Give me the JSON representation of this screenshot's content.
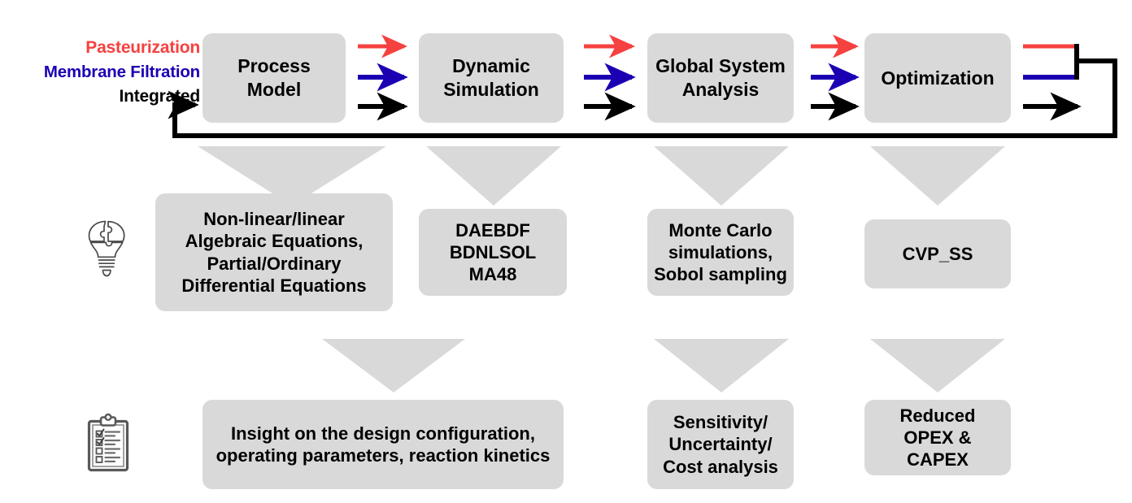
{
  "diagram": {
    "title": "Integrated process modelling workflow",
    "colors": {
      "pasteurization": "#f5413f",
      "membrane_filtration": "#1b00b3",
      "integrated": "#000000",
      "box_fill": "#d9d9d9",
      "chevron_fill": "#d9d9d9",
      "background": "#ffffff"
    }
  },
  "legend": {
    "items": [
      {
        "label": "Pasteurization",
        "color": "#f5413f"
      },
      {
        "label": "Membrane Filtration",
        "color": "#1b00b3"
      },
      {
        "label": "Integrated",
        "color": "#000000"
      }
    ]
  },
  "stages": {
    "process_model": {
      "label": "Process Model"
    },
    "dynamic_sim": {
      "line1": "Dynamic",
      "line2": "Simulation"
    },
    "global_analysis": {
      "line1": "Global System",
      "line2": "Analysis"
    },
    "optimization": {
      "label": "Optimization"
    }
  },
  "methods": {
    "equations": {
      "line1": "Non-linear/linear",
      "line2": "Algebraic Equations,",
      "line3": "Partial/Ordinary",
      "line4": "Differential Equations"
    },
    "solvers": {
      "line1": "DAEBDF",
      "line2": "BDNLSOL",
      "line3": "MA48"
    },
    "montecarlo": {
      "line1": "Monte Carlo",
      "line2": "simulations,",
      "line3": "Sobol sampling"
    },
    "cvpss": {
      "label": "CVP_SS"
    }
  },
  "outcomes": {
    "insight": {
      "line1": "Insight on the design configuration,",
      "line2": "operating parameters, reaction kinetics"
    },
    "sensitivity": {
      "line1": "Sensitivity/",
      "line2": "Uncertainty/",
      "line3": "Cost analysis"
    },
    "reduced": {
      "line1": "Reduced",
      "line2": "OPEX & CAPEX"
    }
  },
  "icons": {
    "methods_icon": "puzzle-lightbulb-icon",
    "outcomes_icon": "clipboard-checklist-icon"
  },
  "connectors": {
    "flow_arrow_colors": [
      "#f5413f",
      "#1b00b3",
      "#000000"
    ],
    "feedback_loop": "Optimization outputs return to Process Model",
    "chevron_count_row1_to_row2": 4,
    "chevron_count_row2_to_row3": 3
  }
}
